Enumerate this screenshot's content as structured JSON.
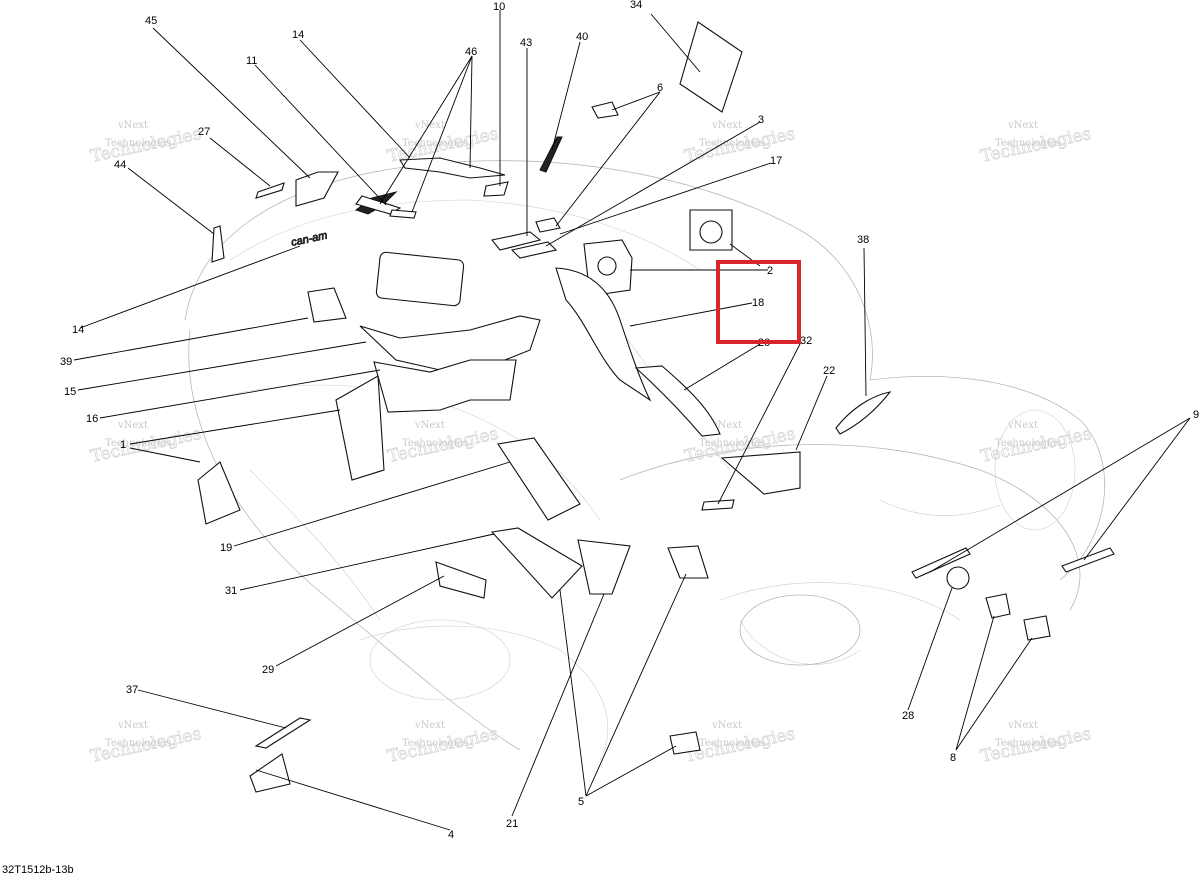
{
  "figure_code": "32T1512b-13b",
  "watermark": {
    "line1": "vNext",
    "line2": "Technologies",
    "big": "Technologies"
  },
  "highlight_label": "18",
  "callouts": [
    "45",
    "11",
    "14",
    "10",
    "46",
    "43",
    "40",
    "34",
    "6",
    "3",
    "17",
    "27",
    "44",
    "2",
    "18",
    "38",
    "14",
    "39",
    "15",
    "16",
    "1",
    "20",
    "32",
    "22",
    "9",
    "19",
    "31",
    "29",
    "28",
    "8",
    "37",
    "4",
    "21",
    "5"
  ]
}
